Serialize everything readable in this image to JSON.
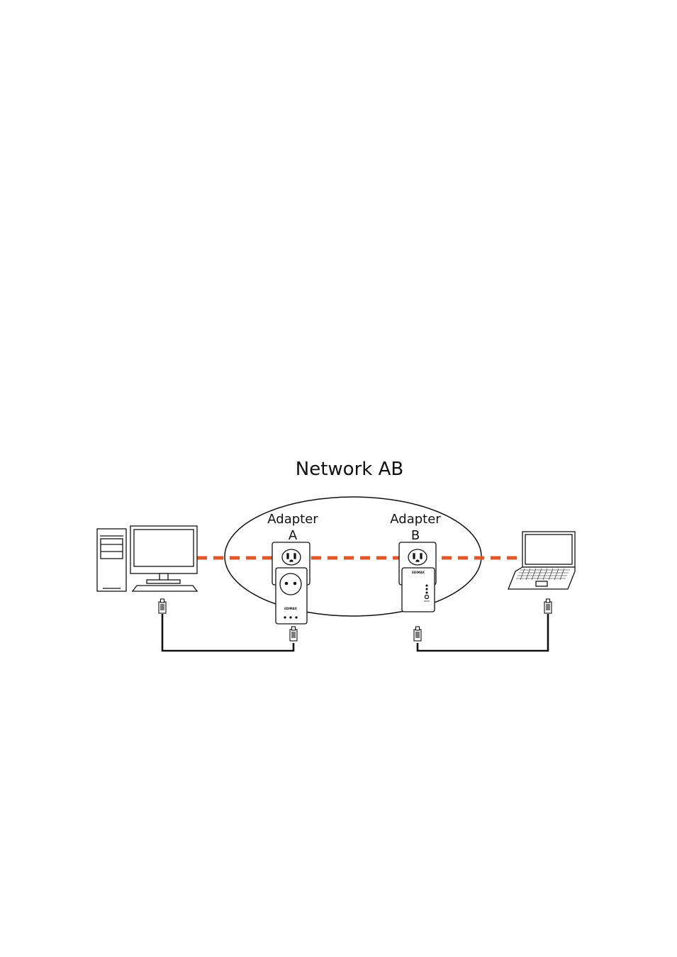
{
  "diagram": {
    "title": "Network AB",
    "adapter_a": {
      "line1": "Adapter",
      "line2": "A",
      "brand": "EDIMAX"
    },
    "adapter_b": {
      "line1": "Adapter",
      "line2": "B",
      "brand": "EDIMAX"
    },
    "colors": {
      "powerline": "#E0582A",
      "cable": "#111111",
      "outline": "#111111"
    },
    "icons": [
      "desktop-computer-icon",
      "laptop-icon",
      "rj45-plug-icon",
      "powerline-adapter-icon",
      "wall-outlet-icon"
    ]
  }
}
